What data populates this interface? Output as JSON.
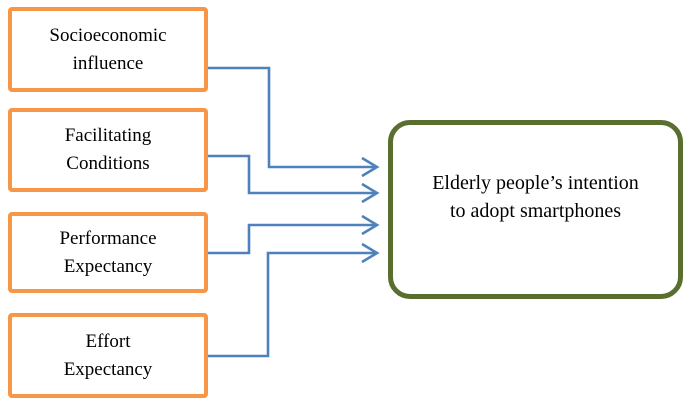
{
  "diagram": {
    "factors": [
      {
        "label": "Socioeconomic influence",
        "line1": "Socioeconomic",
        "line2": "influence"
      },
      {
        "label": "Facilitating Conditions",
        "line1": "Facilitating",
        "line2": "Conditions"
      },
      {
        "label": "Performance Expectancy",
        "line1": "Performance",
        "line2": "Expectancy"
      },
      {
        "label": "Effort Expectancy",
        "line1": "Effort",
        "line2": "Expectancy"
      }
    ],
    "outcome": {
      "label": "Elderly people’s intention to adopt smartphones",
      "line1": "Elderly people’s intention",
      "line2": "to adopt smartphones"
    },
    "connections": [
      {
        "from": "Socioeconomic influence",
        "to": "Elderly people’s intention to adopt smartphones"
      },
      {
        "from": "Facilitating Conditions",
        "to": "Elderly people’s intention to adopt smartphones"
      },
      {
        "from": "Performance Expectancy",
        "to": "Elderly people’s intention to adopt smartphones"
      },
      {
        "from": "Effort Expectancy",
        "to": "Elderly people’s intention to adopt smartphones"
      }
    ],
    "colors": {
      "factor_border": "#F79646",
      "outcome_border": "#5A6E2F",
      "arrow": "#4F81BD",
      "text": "#000000",
      "background": "#FFFFFF"
    }
  }
}
